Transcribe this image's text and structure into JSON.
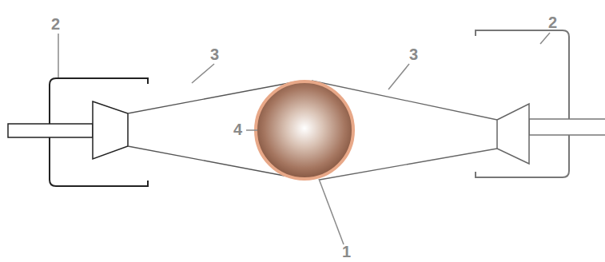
{
  "diagram": {
    "labels": [
      "2",
      "3",
      "3",
      "2",
      "4",
      "1"
    ]
  }
}
